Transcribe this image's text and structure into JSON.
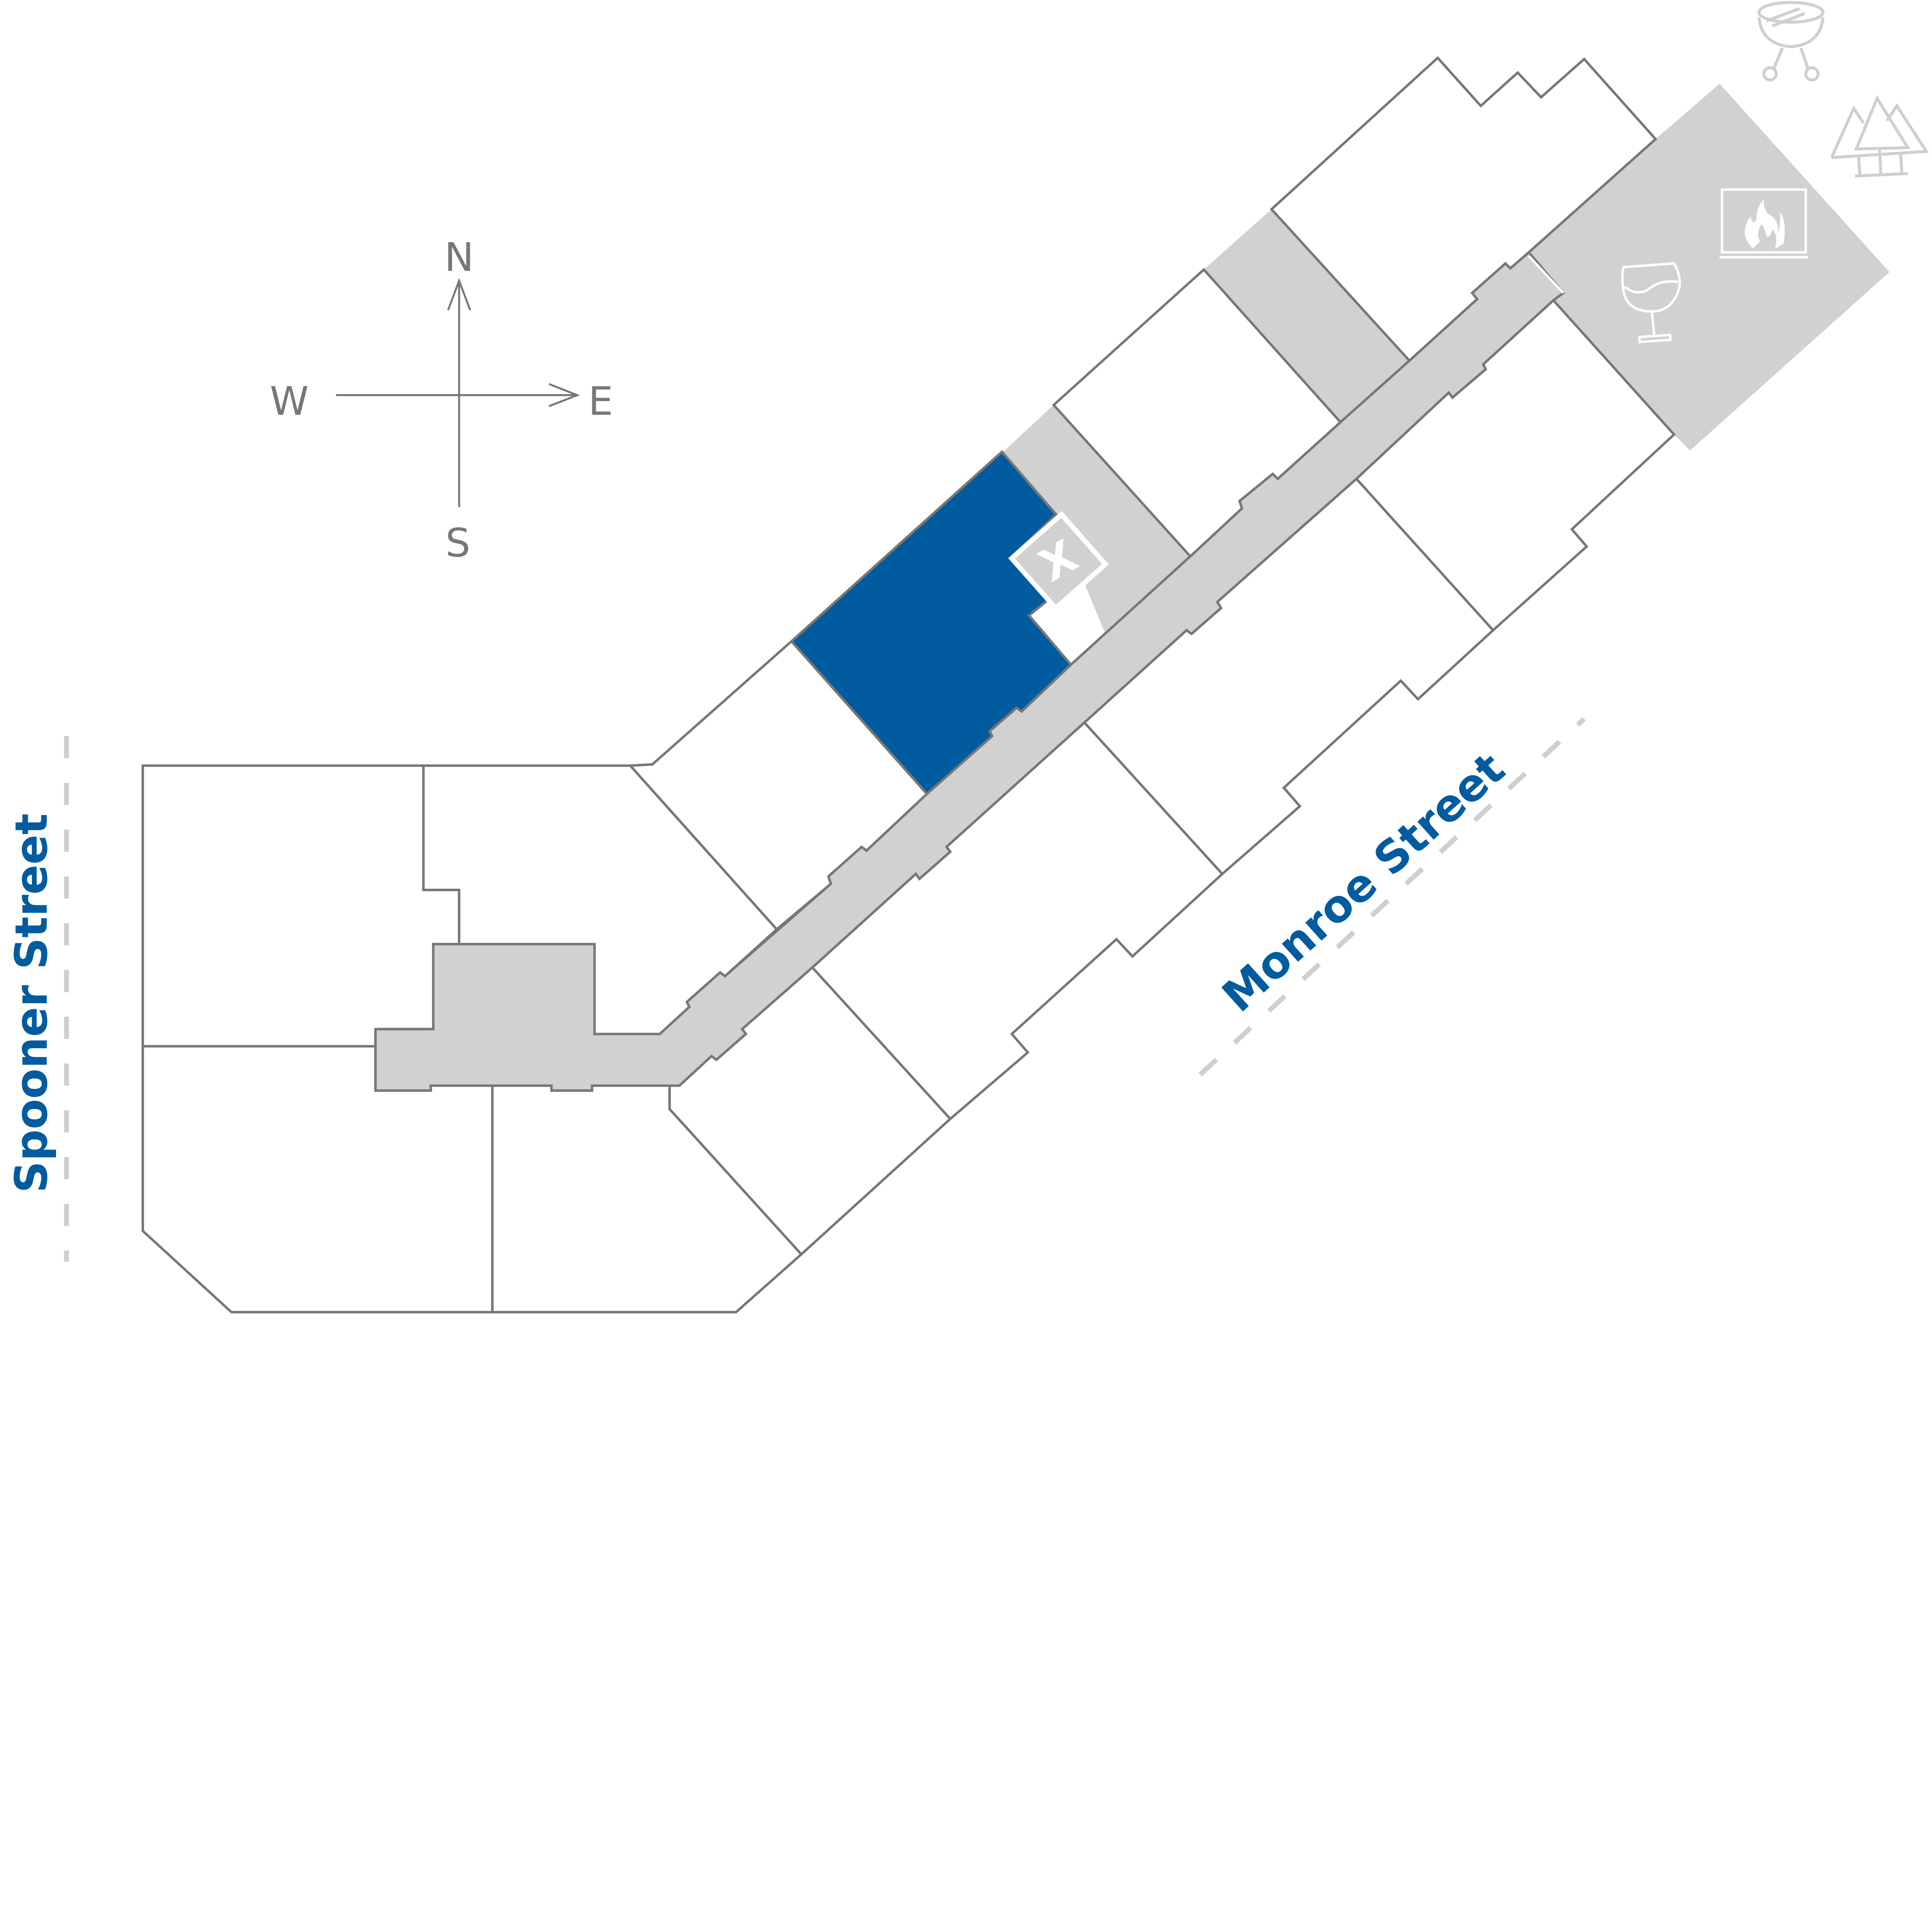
{
  "map": {
    "compass": {
      "north": "N",
      "south": "S",
      "east": "E",
      "west": "W"
    },
    "streets": {
      "west": "Spooner Street",
      "southeast": "Monroe Street"
    },
    "marker": {
      "label": "X"
    },
    "highlighted_unit": "blue-unit",
    "amenity_icons": [
      "grill-icon",
      "trees-icon",
      "fireplace-icon",
      "wine-glass-icon"
    ],
    "colors": {
      "highlight": "#005C9E",
      "street_label": "#005C9E",
      "common_area": "#D1D1D1",
      "outline": "#777777",
      "street_dash": "#CFCFCF"
    }
  }
}
